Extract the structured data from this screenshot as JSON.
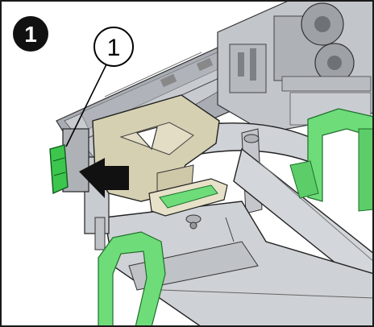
{
  "figure": {
    "step_number": "1",
    "callouts": [
      {
        "label": "1",
        "target": "connector-release-tab"
      }
    ],
    "colors": {
      "frame": "#1a1a1a",
      "rack_metal": "#b8bcc2",
      "arm_metal": "#cfd2d6",
      "bracket_tan": "#d6d0b2",
      "strap_green": "#6fdc7a",
      "tab_green": "#3cc64d",
      "arrow": "#111111"
    },
    "icons": {
      "step_badge": "numbered-circle-icon",
      "direction": "push-arrow-icon"
    }
  }
}
